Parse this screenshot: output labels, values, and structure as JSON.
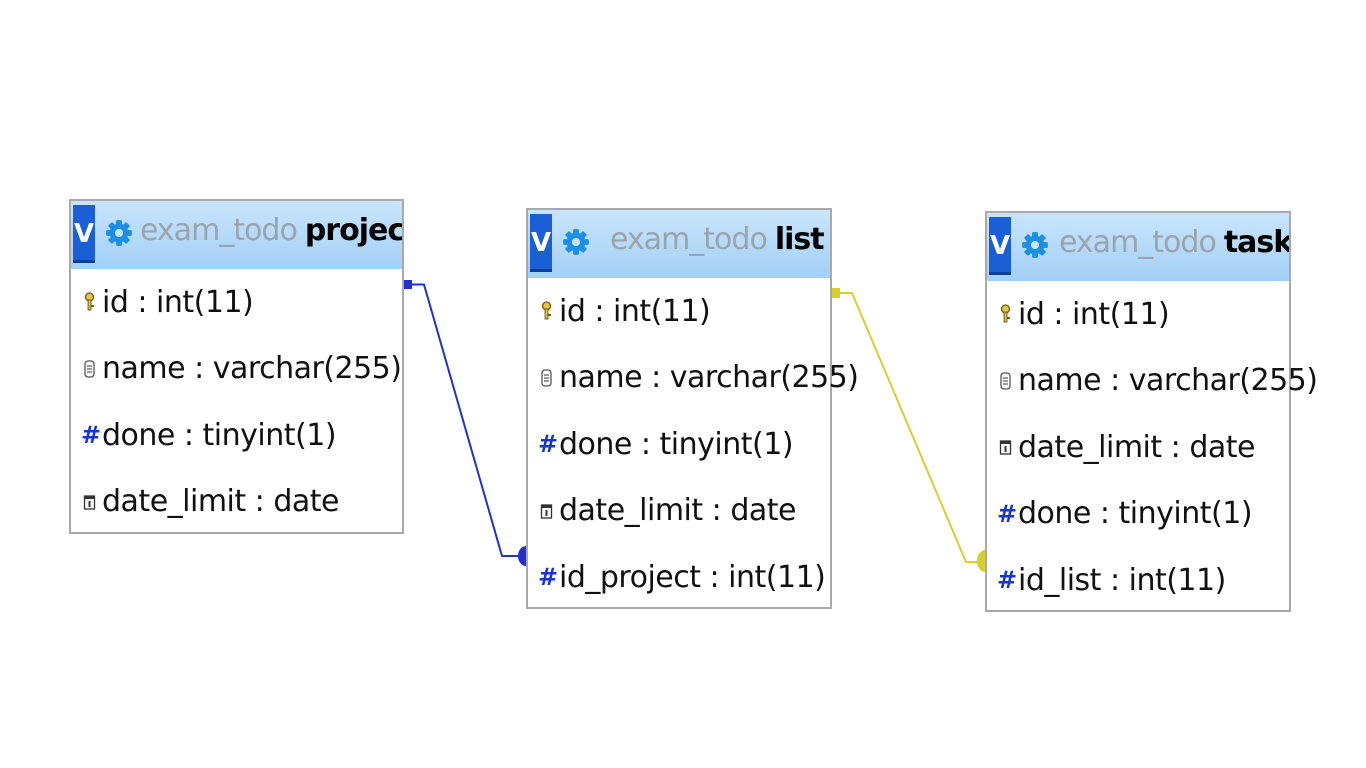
{
  "colors": {
    "header_gradient_top": "#c9e4fb",
    "header_gradient_bottom": "#a3d0f6",
    "toggle_blue": "#1a5fd6",
    "relation_project_list": "#2231c8",
    "relation_list_task": "#d6cf2e",
    "database_name_gray": "#9aa4ad",
    "table_border": "#a9a9a9"
  },
  "tables": [
    {
      "toggle_label": "V",
      "database": "exam_todo",
      "name": "project",
      "columns": [
        {
          "text": "id : int(11)",
          "icon": "primary-key-icon"
        },
        {
          "text": "name : varchar(255)",
          "icon": "text-column-icon"
        },
        {
          "text": "done : tinyint(1)",
          "icon": "numeric-column-icon"
        },
        {
          "text": "date_limit : date",
          "icon": "date-column-icon"
        }
      ]
    },
    {
      "toggle_label": "V",
      "database": "exam_todo",
      "name": "list",
      "columns": [
        {
          "text": "id : int(11)",
          "icon": "primary-key-icon"
        },
        {
          "text": "name : varchar(255)",
          "icon": "text-column-icon"
        },
        {
          "text": "done : tinyint(1)",
          "icon": "numeric-column-icon"
        },
        {
          "text": "date_limit : date",
          "icon": "date-column-icon"
        },
        {
          "text": "id_project : int(11)",
          "icon": "numeric-column-icon"
        }
      ]
    },
    {
      "toggle_label": "V",
      "database": "exam_todo",
      "name": "task",
      "columns": [
        {
          "text": "id : int(11)",
          "icon": "primary-key-icon"
        },
        {
          "text": "name : varchar(255)",
          "icon": "text-column-icon"
        },
        {
          "text": "date_limit : date",
          "icon": "date-column-icon"
        },
        {
          "text": "done : tinyint(1)",
          "icon": "numeric-column-icon"
        },
        {
          "text": "id_list : int(11)",
          "icon": "numeric-column-icon"
        }
      ]
    }
  ]
}
